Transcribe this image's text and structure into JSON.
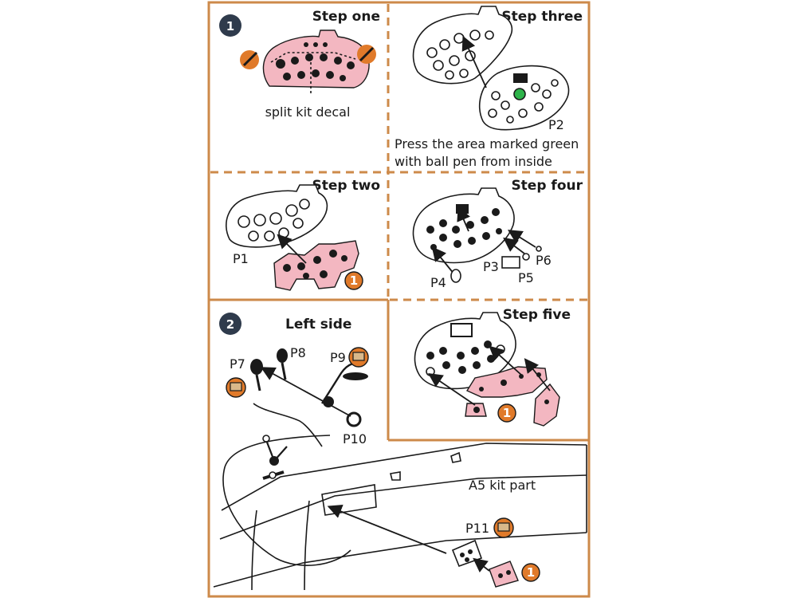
{
  "colors": {
    "frame": "#cd8a4a",
    "decal_pink": "#f3b7c1",
    "press_green": "#2db34a",
    "badge_dark": "#2f3b4c",
    "icon_orange": "#e07a2a"
  },
  "section1": {
    "badge": "1",
    "step_one": {
      "title": "Step one",
      "caption": "split kit decal"
    },
    "step_two": {
      "title": "Step two",
      "parts": [
        "P1"
      ]
    },
    "step_three": {
      "title": "Step three",
      "parts": [
        "P2"
      ],
      "note_line1": "Press the area marked green",
      "note_line2": "with ball pen from inside"
    },
    "step_four": {
      "title": "Step four",
      "parts": [
        "P3",
        "P4",
        "P5",
        "P6"
      ]
    },
    "step_five": {
      "title": "Step five"
    }
  },
  "section2": {
    "badge": "2",
    "title": "Left side",
    "parts": [
      "P7",
      "P8",
      "P9",
      "P10",
      "P11"
    ],
    "kit_part": "A5 kit part"
  },
  "decal_badge_number": "1"
}
